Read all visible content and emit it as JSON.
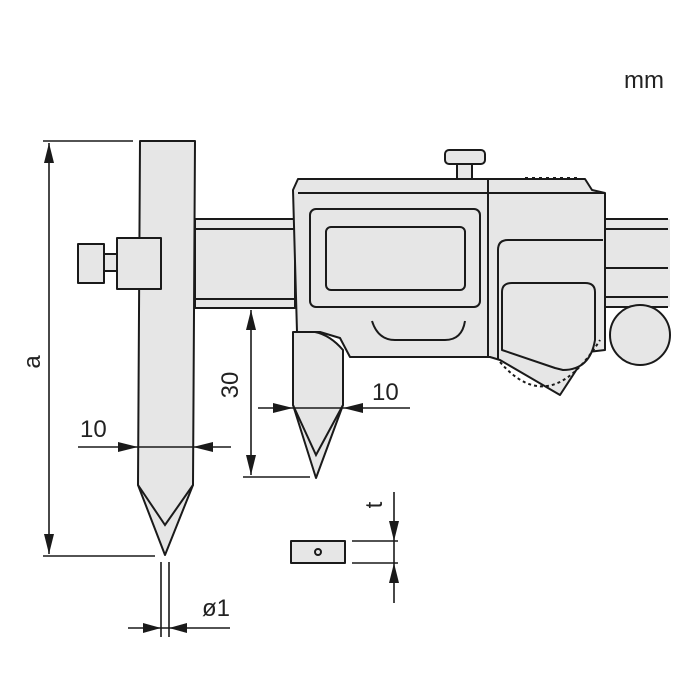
{
  "unit_label": "mm",
  "dimensions": {
    "probe_length": "a",
    "probe_width": "10",
    "jaw_width": "10",
    "jaw_depth": "30",
    "tip_diameter": "ø1",
    "thickness": "t"
  },
  "colors": {
    "fill": "#e6e6e6",
    "stroke": "#1a1a1a"
  }
}
